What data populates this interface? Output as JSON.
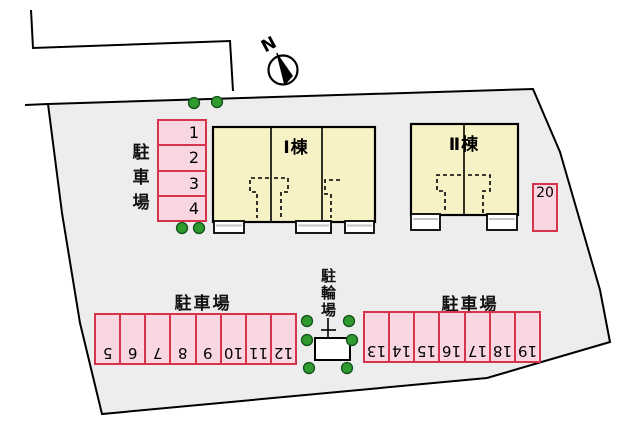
{
  "compass": {
    "label": "N"
  },
  "buildings": {
    "b1": {
      "label": "Ⅰ棟"
    },
    "b2": {
      "label": "Ⅱ棟"
    }
  },
  "parking": {
    "left_column": {
      "label": "駐車場",
      "stalls": [
        "1",
        "2",
        "3",
        "4"
      ]
    },
    "bottom_left_row": {
      "label": "駐車場",
      "stalls": [
        "5",
        "6",
        "7",
        "8",
        "9",
        "10",
        "11",
        "12"
      ]
    },
    "bottom_right_row": {
      "label": "駐車場",
      "stalls": [
        "13",
        "14",
        "15",
        "16",
        "17",
        "18",
        "19"
      ]
    },
    "stall_20": "20"
  },
  "bicycle": {
    "label": "駐輪場"
  },
  "colors": {
    "ground": "#EDEDED",
    "building_fill": "#F7F2C6",
    "stall_fill": "#F9D7E1",
    "stall_border": "#D7344C",
    "tree_green": "#2F9B2F",
    "outline": "#000000"
  }
}
